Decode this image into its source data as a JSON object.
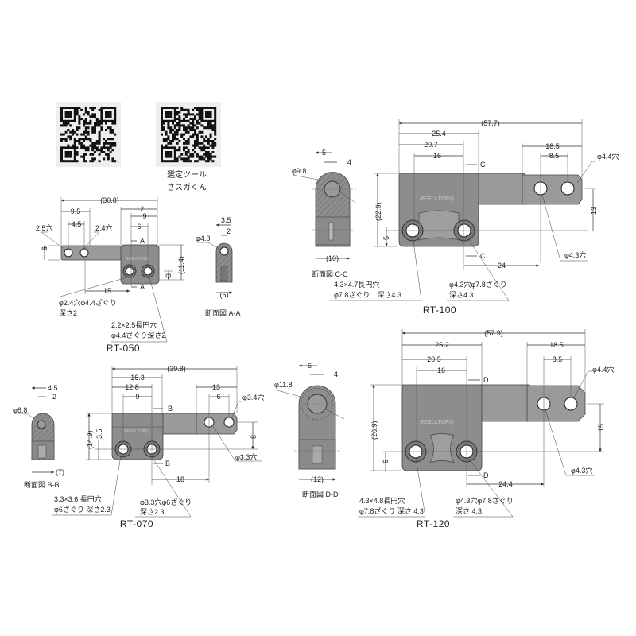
{
  "qr": {
    "caption_line1": "選定ツール",
    "caption_line2": "さスガくん"
  },
  "rt050": {
    "model": "RT-050",
    "logo": "REELLTORQ",
    "dims": {
      "overall": "(30.8)",
      "d9_5": "9.5",
      "d4_5": "4.5",
      "d12": "12",
      "d9": "9",
      "d6": "6",
      "h6": "6",
      "h11_4": "(11.4)",
      "h3": "3",
      "d15": "15"
    },
    "labels": {
      "hole_left": "2.5穴",
      "hole_right": "2.4穴",
      "section_mark": "A",
      "note1_l1": "φ2.4穴φ4.4ざぐり",
      "note1_l2": "深さ2",
      "note2_l1": "2.2×2.5長円穴",
      "note2_l2": "φ4.4ざぐり深さ2"
    },
    "section": {
      "title": "断面図 A-A",
      "d3_5": "3.5",
      "d2": "2",
      "dia": "φ4.8",
      "width": "(5)"
    }
  },
  "rt100": {
    "model": "RT-100",
    "logo": "REELLTORQ",
    "dims": {
      "overall": "(57.7)",
      "d25_4": "25.4",
      "d20_7": "20.7",
      "d16": "16",
      "d18_5": "18.5",
      "d8_5": "8.5",
      "h22_9": "(22.9)",
      "h5": "5",
      "h13": "13",
      "d24": "24"
    },
    "labels": {
      "section_mark": "C",
      "hole_tip": "φ4.4穴",
      "hole_tab": "φ4.3穴",
      "note1_l1": "4.3×4.7長円穴",
      "note1_l2": "φ7.8ざぐり　深さ4.3",
      "note2_l1": "φ4.3穴φ7.8ざぐり",
      "note2_l2": "深さ4.3"
    },
    "section": {
      "title": "断面図 C-C",
      "d5": "5",
      "d4": "4",
      "dia": "φ9.8",
      "width": "(10)"
    }
  },
  "rt070": {
    "model": "RT-070",
    "logo": "REELLTORQ",
    "dims": {
      "overall": "(39.8)",
      "d16_3": "16.3",
      "d12_8": "12.8",
      "d9": "9",
      "d13": "13",
      "d6": "6",
      "h14_9": "(14.9)",
      "h3_5": "3.5",
      "h8": "8",
      "d18": "18"
    },
    "labels": {
      "section_mark": "B",
      "hole_tip": "φ3.4穴",
      "hole_tab": "φ3.3穴",
      "note1_l1": "3.3×3.6 長円穴",
      "note1_l2": "φ6ざぐり 深さ2.3",
      "note2_l1": "φ3.3穴φ6ざぐり",
      "note2_l2": "深さ2.3"
    },
    "section": {
      "title": "断面図 B-B",
      "d4_5": "4.5",
      "d2": "2",
      "dia": "φ6.8",
      "width": "(7)"
    }
  },
  "rt120": {
    "model": "RT-120",
    "logo": "REELLTORQ",
    "dims": {
      "overall": "(57.9)",
      "d25_2": "25.2",
      "d20_5": "20.5",
      "d16": "16",
      "d18_5": "18.5",
      "d8_5": "8.5",
      "h26_9": "(26.9)",
      "h6": "6",
      "h15": "15",
      "d24_4": "24.4"
    },
    "labels": {
      "section_mark": "D",
      "hole_tip": "φ4.4穴",
      "hole_tab": "φ4.3穴",
      "note1_l1": "4.3×4.8長円穴",
      "note1_l2": "φ7.8ざぐり 深さ 4.3",
      "note2_l1": "φ4.3穴φ7.8ざぐり",
      "note2_l2": "深さ 4.3"
    },
    "section": {
      "title": "断面図 D-D",
      "d6": "6",
      "d4": "4",
      "dia": "φ11.8",
      "width": "(12)"
    }
  }
}
